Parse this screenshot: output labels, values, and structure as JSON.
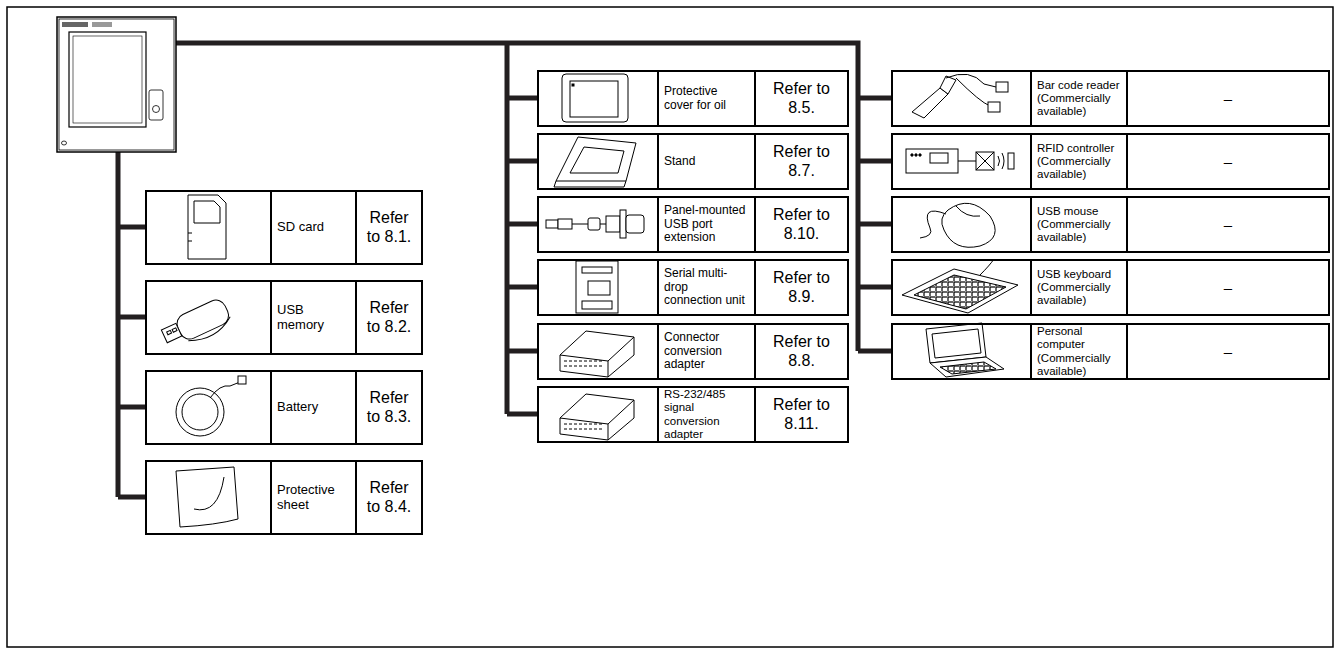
{
  "diagram": {
    "nodes": [
      {
        "text": [
          "SD card",
          "Refer to 8.1."
        ]
      },
      {
        "text": [
          "USB memory",
          "Refer to 8.2."
        ]
      },
      {
        "text": [
          "Battery",
          "Refer to 8.3."
        ]
      },
      {
        "text": [
          "Protective sheet",
          "Refer to 8.4."
        ]
      },
      {
        "text": [
          "Protective cover for oil",
          "Refer to 8.5."
        ]
      },
      {
        "text": [
          "Stand",
          "Refer to 8.7."
        ]
      },
      {
        "text": [
          "Panel-mounted USB port extension",
          "Refer to 8.10."
        ]
      },
      {
        "text": [
          "Serial multi-drop connection unit",
          "Refer to 8.9."
        ]
      },
      {
        "text": [
          "Connector conversion adapter",
          "Refer to 8.8."
        ]
      },
      {
        "text": [
          "RS-232/485 signal conversion adapter",
          "Refer to 8.11."
        ]
      },
      {
        "text": [
          "Bar code reader (Commercially available)",
          "–"
        ]
      },
      {
        "text": [
          "RFID controller (Commercially available)",
          "–"
        ]
      },
      {
        "text": [
          "USB mouse (Commercially available)",
          "–"
        ]
      },
      {
        "text": [
          "USB keyboard (Commercially available)",
          "–"
        ]
      },
      {
        "text": [
          "Personal computer (Commercially available)",
          "–"
        ]
      }
    ]
  }
}
